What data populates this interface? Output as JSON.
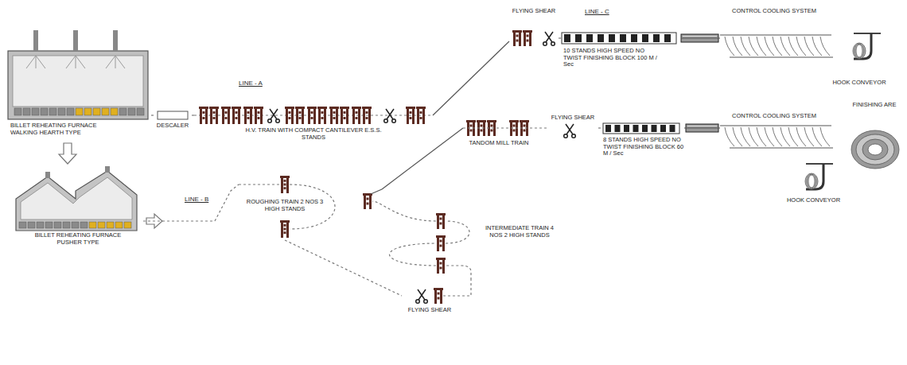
{
  "diagram": {
    "nodes": [
      {
        "text": [
          "BILLET REHEATING FURNACE WALKING HEARTH TYPE"
        ]
      },
      {
        "text": [
          "DESCALER"
        ]
      },
      {
        "text": [
          "H.V. TRAIN WITH COMPACT CANTILEVER E.S.S. STANDS"
        ]
      },
      {
        "text": [
          "FLYING SHEAR"
        ]
      },
      {
        "text": [
          "10 STANDS HIGH SPEED NO TWIST FINISHING BLOCK 100 M / Sec"
        ]
      },
      {
        "text": [
          "CONTROL COOLING SYSTEM"
        ]
      },
      {
        "text": [
          "HOOK CONVEYOR"
        ]
      },
      {
        "text": [
          "BILLET REHEATING FURNACE PUSHER TYPE"
        ]
      },
      {
        "text": [
          "ROUGHING TRAIN 2 NOS 3 HIGH STANDS"
        ]
      },
      {
        "text": [
          "FLYING SHEAR"
        ]
      },
      {
        "text": [
          "INTERMEDIATE TRAIN 4 NOS 2 HIGH STANDS"
        ]
      },
      {
        "text": [
          "TANDOM MILL TRAIN"
        ]
      },
      {
        "text": [
          "FLYING SHEAR"
        ]
      },
      {
        "text": [
          "8 STANDS HIGH SPEED NO TWIST FINISHING BLOCK 60 M / Sec"
        ]
      },
      {
        "text": [
          "CONTROL COOLING SYSTEM"
        ]
      },
      {
        "text": [
          "FINISHING ARE"
        ]
      },
      {
        "text": [
          "HOOK CONVEYOR"
        ]
      }
    ],
    "edges": [
      {
        "from": 0,
        "to": 1,
        "arrow": "none"
      },
      {
        "from": 1,
        "to": 2,
        "arrow": "none"
      },
      {
        "from": 2,
        "to": 3,
        "arrow": "none"
      },
      {
        "from": 3,
        "to": 4,
        "arrow": "none"
      },
      {
        "from": 4,
        "to": 5,
        "arrow": "none"
      },
      {
        "from": 7,
        "to": 8,
        "arrow": "none"
      },
      {
        "from": 8,
        "to": 9,
        "arrow": "none"
      },
      {
        "from": 9,
        "to": 10,
        "arrow": "none"
      },
      {
        "from": 10,
        "to": 11,
        "arrow": "none"
      },
      {
        "from": 11,
        "to": 12,
        "arrow": "none"
      },
      {
        "from": 12,
        "to": 13,
        "arrow": "none"
      },
      {
        "from": 13,
        "to": 14,
        "arrow": "none"
      }
    ],
    "labels": [
      "LINE - A",
      "LINE - B",
      "LINE - C"
    ]
  }
}
